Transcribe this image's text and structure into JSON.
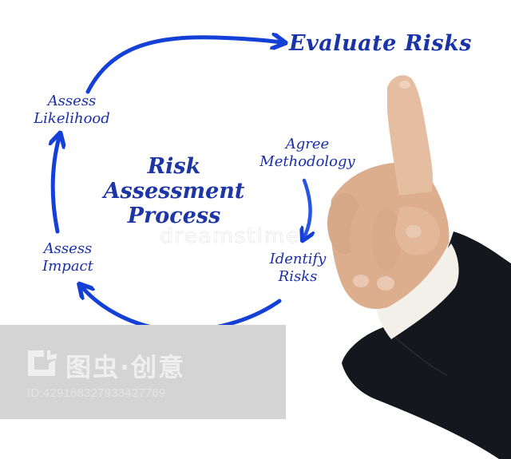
{
  "diagram": {
    "title": [
      "Risk",
      "Assessment",
      "Process"
    ],
    "steps": [
      {
        "id": "agree-methodology",
        "lines": [
          "Agree",
          "Methodology"
        ]
      },
      {
        "id": "identify-risks",
        "lines": [
          "Identify",
          "Risks"
        ]
      },
      {
        "id": "assess-impact",
        "lines": [
          "Assess",
          "Impact"
        ]
      },
      {
        "id": "assess-likelihood",
        "lines": [
          "Assess",
          "Likelihood"
        ]
      },
      {
        "id": "evaluate-risks",
        "lines": [
          "Evaluate Risks"
        ]
      }
    ],
    "flow": [
      "Agree Methodology",
      "Identify Risks",
      "Assess Impact",
      "Assess Likelihood",
      "Evaluate Risks"
    ],
    "colors": {
      "text": "#1a2fa8",
      "arrow": "#1440d8",
      "background": "#ffffff",
      "suit": "#15171f",
      "shirt_cuff": "#f3f0ea",
      "skin": "#e2b89a"
    }
  },
  "watermarks": {
    "faint_overlay": "dreamstime",
    "banner_brand": "图虫·创意",
    "banner_id": "ID:42916832793342776​9",
    "banner_color": "#d4d4d4"
  }
}
